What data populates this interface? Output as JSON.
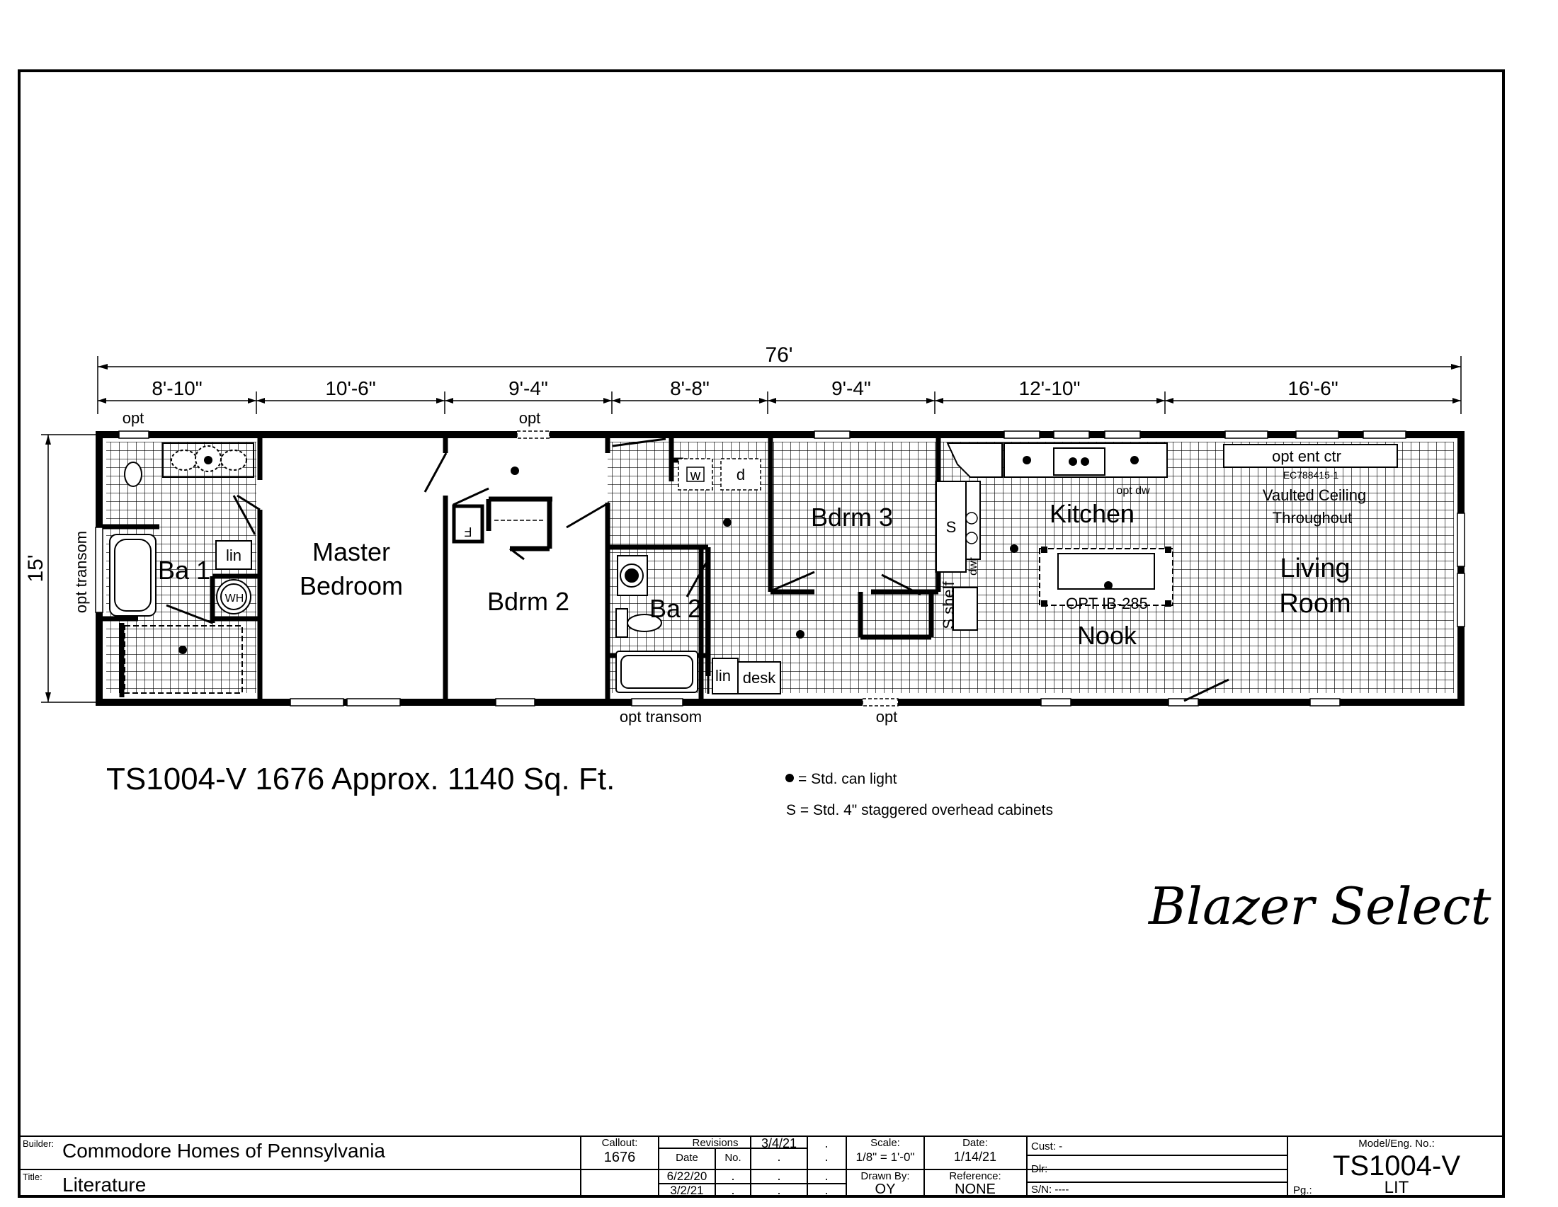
{
  "plan": {
    "overall_width": "76'",
    "depth": "15'",
    "segment_dims": [
      "8'-10\"",
      "10'-6\"",
      "9'-4\"",
      "8'-8\"",
      "9'-4\"",
      "12'-10\"",
      "16'-6\""
    ],
    "rooms": {
      "ba1": "Ba 1",
      "master_line1": "Master",
      "master_line2": "Bedroom",
      "bdrm2": "Bdrm 2",
      "ba2": "Ba 2",
      "bdrm3": "Bdrm 3",
      "kitchen": "Kitchen",
      "nook": "Nook",
      "living_line1": "Living",
      "living_line2": "Room"
    },
    "labels": {
      "opt_top_left": "opt",
      "opt_top_mid": "opt",
      "opt_transom_side": "opt transom",
      "opt_transom_bottom": "opt transom",
      "opt_bottom": "opt",
      "lin1": "lin",
      "wh": "WH",
      "f": "F",
      "w": "w",
      "d": "d",
      "lin2": "lin",
      "desk": "desk",
      "s": "S",
      "dwr": "dwr",
      "s_shelf": "S shelf",
      "opt_dw": "opt dw",
      "opt_ent_ctr": "opt ent ctr",
      "ec_code": "EC788415-1",
      "vaulted_1": "Vaulted Ceiling",
      "vaulted_2": "Throughout",
      "opt_ib": "OPT IB-285"
    }
  },
  "caption": {
    "model_title": "TS1004-V 1676 Approx. 1140 Sq. Ft.",
    "legend_light": "= Std. can light",
    "legend_cab": "S = Std. 4\" staggered overhead cabinets",
    "brand": "Blazer Select"
  },
  "title_block": {
    "builder_label": "Builder:",
    "builder": "Commodore Homes of Pennsylvania",
    "title_label": "Title:",
    "title": "Literature",
    "callout_label": "Callout:",
    "callout": "1676",
    "revisions_label": "Revisions",
    "rev_date_top": "3/4/21",
    "date_col": "Date",
    "no_col": "No.",
    "rev_date_1": "6/22/20",
    "rev_date_2": "3/2/21",
    "dot": ".",
    "scale_label": "Scale:",
    "scale": "1/8\" = 1'-0\"",
    "drawn_label": "Drawn By:",
    "drawn": "OY",
    "date_label": "Date:",
    "date": "1/14/21",
    "ref_label": "Reference:",
    "ref": "NONE",
    "cust": "Cust: -",
    "dlr": "Dlr:   -",
    "sn": "S/N:  ----",
    "model_label": "Model/Eng. No.:",
    "model": "TS1004-V",
    "pg_label": "Pg.:",
    "pg": "LIT"
  }
}
